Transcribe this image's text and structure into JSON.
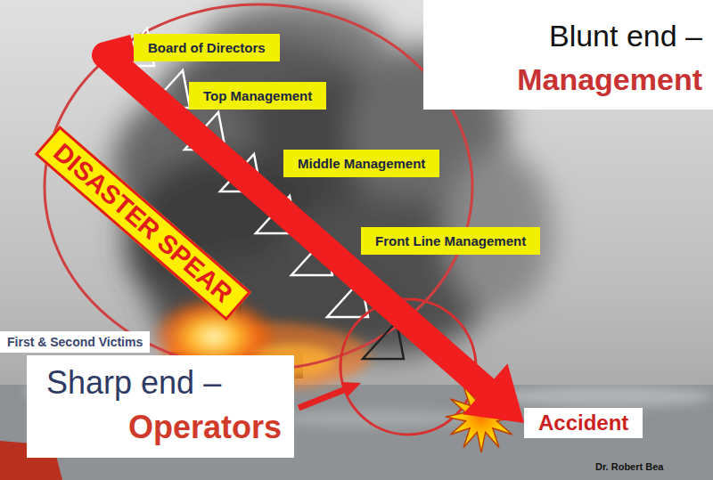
{
  "diagram": {
    "nodes": [
      {
        "text": [
          "Board of Directors"
        ]
      },
      {
        "text": [
          "Blunt end –",
          "Management"
        ]
      },
      {
        "text": [
          "Top Management"
        ]
      },
      {
        "text": [
          "Middle Management"
        ]
      },
      {
        "text": [
          "Front Line Management"
        ]
      },
      {
        "text": [
          "First & Second Victims"
        ]
      },
      {
        "text": [
          "Sharp end –",
          "Operators"
        ]
      },
      {
        "text": [
          "Accident"
        ]
      }
    ],
    "edges": [
      {
        "from": 0,
        "to": 7,
        "arrow": "to",
        "label": "DISASTER SPEAR"
      }
    ],
    "labels": [
      "Dr. Robert Bea"
    ]
  }
}
